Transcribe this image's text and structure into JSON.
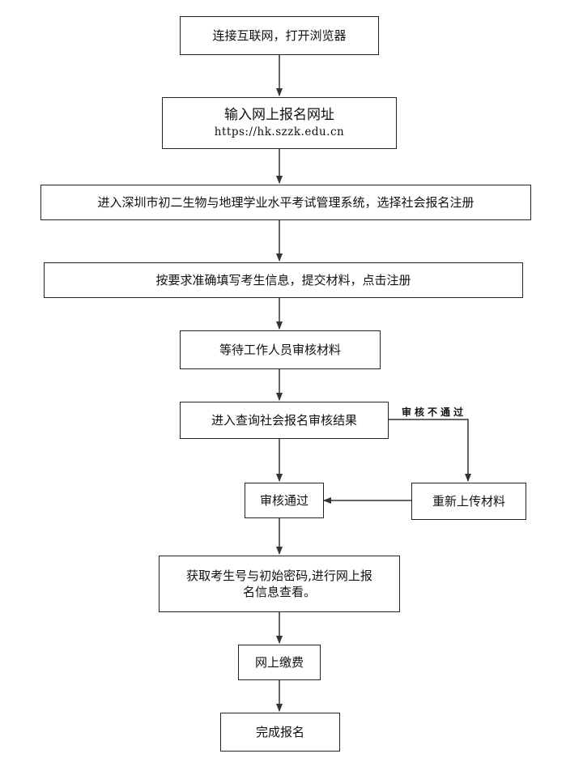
{
  "steps": {
    "connect": "连接互联网，打开浏览器",
    "enter_url_title": "输入网上报名网址",
    "enter_url_link": "https://hk.szzk.edu.cn",
    "enter_system": "进入深圳市初二生物与地理学业水平考试管理系统，选择社会报名注册",
    "fill_info": "按要求准确填写考生信息，提交材料，点击注册",
    "wait_review": "等待工作人员审核材料",
    "query_result": "进入查询社会报名审核结果",
    "approved": "审核通过",
    "reupload": "重新上传材料",
    "get_number_line1": "获取考生号与初始密码,进行网上报",
    "get_number_line2": "名信息查看。",
    "pay": "网上缴费",
    "complete": "完成报名"
  },
  "edges": {
    "rejected_label": "审核不通过"
  }
}
